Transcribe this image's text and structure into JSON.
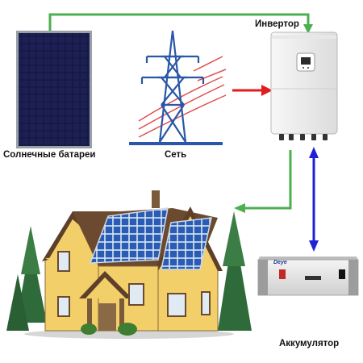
{
  "labels": {
    "inverter": "Инвертор",
    "solar_panels": "Солнечные батареи",
    "grid": "Сеть",
    "battery": "Аккумулятор"
  },
  "battery_brand": "Deye",
  "colors": {
    "flow_green": "#4caf50",
    "flow_red": "#e11d1d",
    "flow_blue": "#1e22d6",
    "panel_dark": "#14163f",
    "tower_blue": "#2a57a8",
    "grid_lines_red": "#e05050",
    "house_wall": "#f3cf6a",
    "roof": "#6b4a30",
    "tree": "#2f6b3a"
  }
}
